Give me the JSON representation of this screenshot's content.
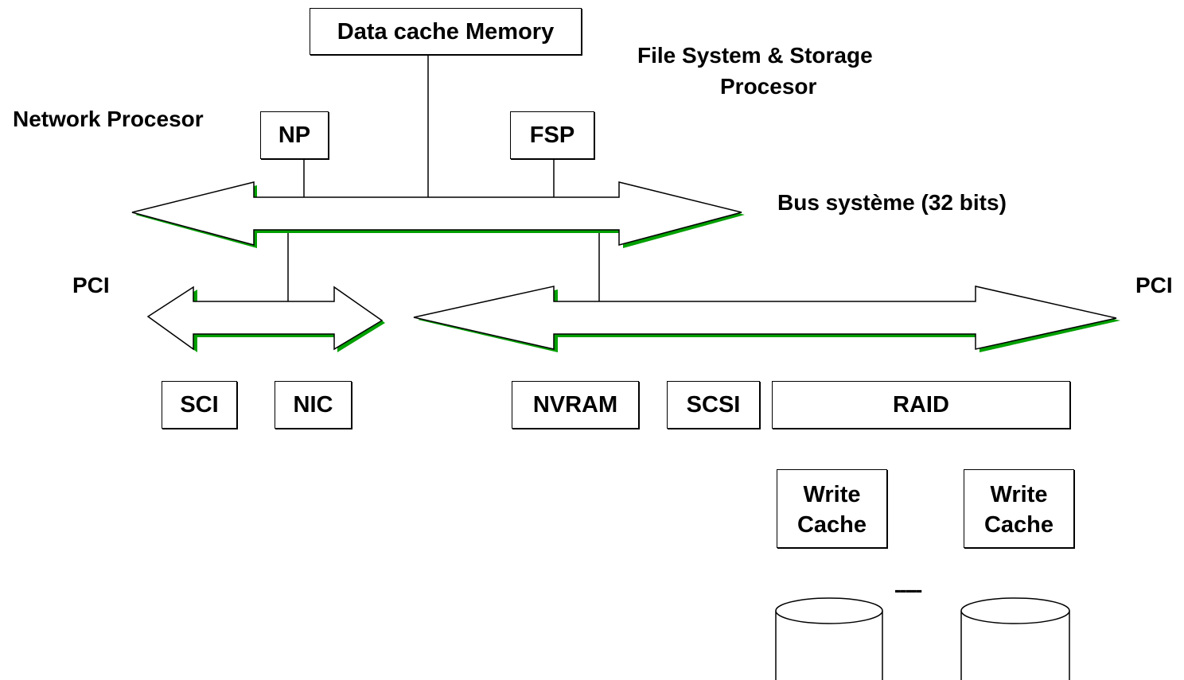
{
  "colors": {
    "stroke": "#000000",
    "bus_shadow": "#00a000",
    "fill": "#ffffff"
  },
  "boxes": {
    "data_cache": "Data cache Memory",
    "np": "NP",
    "fsp": "FSP",
    "sci": "SCI",
    "nic": "NIC",
    "nvram": "NVRAM",
    "scsi": "SCSI",
    "raid": "RAID",
    "write_cache_1": {
      "line1": "Write",
      "line2": "Cache"
    },
    "write_cache_2": {
      "line1": "Write",
      "line2": "Cache"
    }
  },
  "labels": {
    "network_processor": "Network Procesor",
    "fs_processor_line1": "File System & Storage",
    "fs_processor_line2": "Procesor",
    "system_bus": "Bus système (32 bits)",
    "pci_left": "PCI",
    "pci_right": "PCI",
    "disk_ellipsis": "-----"
  },
  "icons": {
    "buses": "double-arrow-bus",
    "disks": "disk-cylinder-icon"
  }
}
